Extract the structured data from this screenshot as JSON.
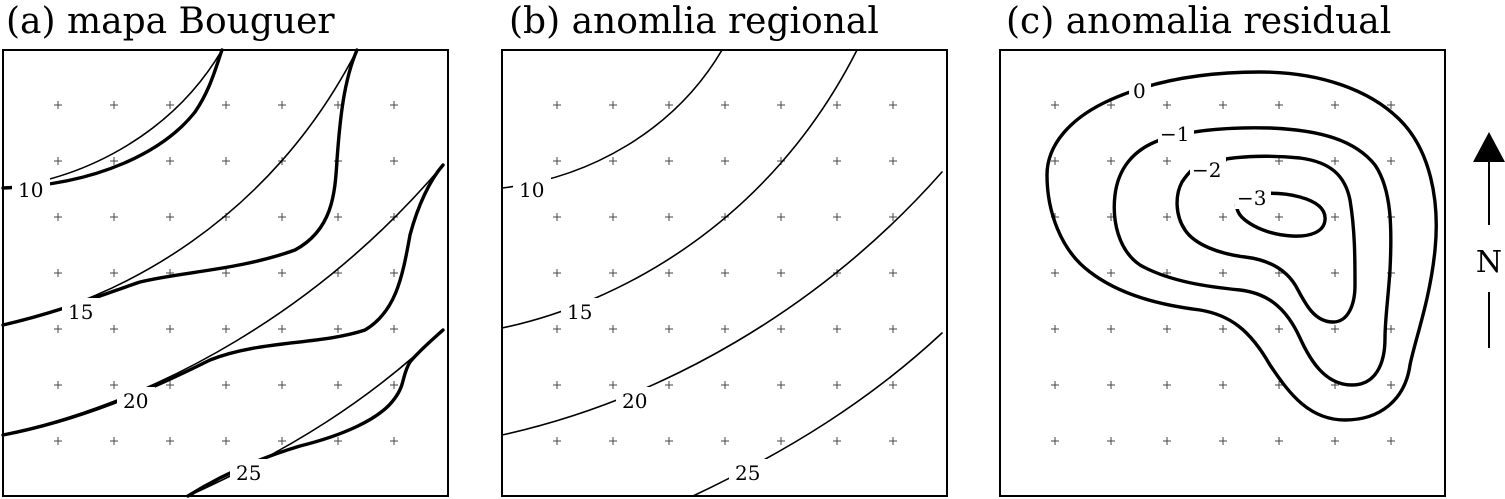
{
  "panels": {
    "a": {
      "title": "(a) mapa Bouguer",
      "labels": {
        "c10": "10",
        "c15": "15",
        "c20": "20",
        "c25": "25"
      }
    },
    "b": {
      "title": "(b) anomlia regional",
      "labels": {
        "c10": "10",
        "c15": "15",
        "c20": "20",
        "c25": "25"
      }
    },
    "c": {
      "title": "(c) anomalia residual",
      "labels": {
        "c0": "0",
        "cm1": "−1",
        "cm2": "−2",
        "cm3": "−3"
      }
    }
  },
  "north_arrow": {
    "label": "N"
  }
}
